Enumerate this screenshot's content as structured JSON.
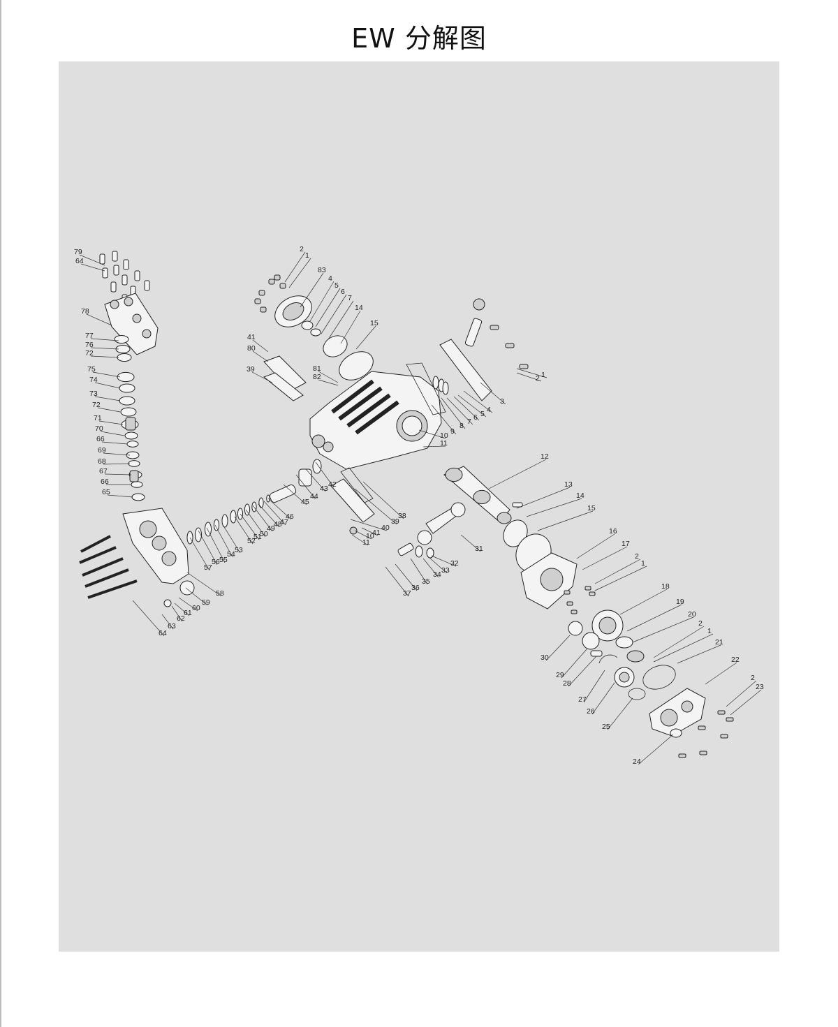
{
  "title": "EW 分解图",
  "colors": {
    "panel_background": "#dfdfdf",
    "line": "#222222"
  },
  "callouts": [
    {
      "id": "79"
    },
    {
      "id": "64"
    },
    {
      "id": "78"
    },
    {
      "id": "77"
    },
    {
      "id": "76"
    },
    {
      "id": "72"
    },
    {
      "id": "75"
    },
    {
      "id": "74"
    },
    {
      "id": "73"
    },
    {
      "id": "72"
    },
    {
      "id": "71"
    },
    {
      "id": "70"
    },
    {
      "id": "66"
    },
    {
      "id": "69"
    },
    {
      "id": "68"
    },
    {
      "id": "67"
    },
    {
      "id": "66"
    },
    {
      "id": "65"
    },
    {
      "id": "2"
    },
    {
      "id": "1"
    },
    {
      "id": "83"
    },
    {
      "id": "4"
    },
    {
      "id": "5"
    },
    {
      "id": "6"
    },
    {
      "id": "7"
    },
    {
      "id": "14"
    },
    {
      "id": "15"
    },
    {
      "id": "41"
    },
    {
      "id": "80"
    },
    {
      "id": "39"
    },
    {
      "id": "81"
    },
    {
      "id": "82"
    },
    {
      "id": "1"
    },
    {
      "id": "2"
    },
    {
      "id": "3"
    },
    {
      "id": "4"
    },
    {
      "id": "5"
    },
    {
      "id": "6"
    },
    {
      "id": "7"
    },
    {
      "id": "8"
    },
    {
      "id": "9"
    },
    {
      "id": "10"
    },
    {
      "id": "11"
    },
    {
      "id": "12"
    },
    {
      "id": "13"
    },
    {
      "id": "14"
    },
    {
      "id": "15"
    },
    {
      "id": "16"
    },
    {
      "id": "17"
    },
    {
      "id": "2"
    },
    {
      "id": "1"
    },
    {
      "id": "18"
    },
    {
      "id": "19"
    },
    {
      "id": "20"
    },
    {
      "id": "2"
    },
    {
      "id": "1"
    },
    {
      "id": "21"
    },
    {
      "id": "22"
    },
    {
      "id": "2"
    },
    {
      "id": "23"
    },
    {
      "id": "30"
    },
    {
      "id": "29"
    },
    {
      "id": "28"
    },
    {
      "id": "27"
    },
    {
      "id": "26"
    },
    {
      "id": "25"
    },
    {
      "id": "24"
    },
    {
      "id": "31"
    },
    {
      "id": "32"
    },
    {
      "id": "33"
    },
    {
      "id": "34"
    },
    {
      "id": "35"
    },
    {
      "id": "36"
    },
    {
      "id": "37"
    },
    {
      "id": "38"
    },
    {
      "id": "39"
    },
    {
      "id": "40"
    },
    {
      "id": "41"
    },
    {
      "id": "10"
    },
    {
      "id": "11"
    },
    {
      "id": "42"
    },
    {
      "id": "43"
    },
    {
      "id": "44"
    },
    {
      "id": "45"
    },
    {
      "id": "46"
    },
    {
      "id": "47"
    },
    {
      "id": "48"
    },
    {
      "id": "49"
    },
    {
      "id": "50"
    },
    {
      "id": "51"
    },
    {
      "id": "52"
    },
    {
      "id": "53"
    },
    {
      "id": "54"
    },
    {
      "id": "55"
    },
    {
      "id": "56"
    },
    {
      "id": "57"
    },
    {
      "id": "58"
    },
    {
      "id": "59"
    },
    {
      "id": "60"
    },
    {
      "id": "61"
    },
    {
      "id": "62"
    },
    {
      "id": "63"
    },
    {
      "id": "64"
    }
  ]
}
